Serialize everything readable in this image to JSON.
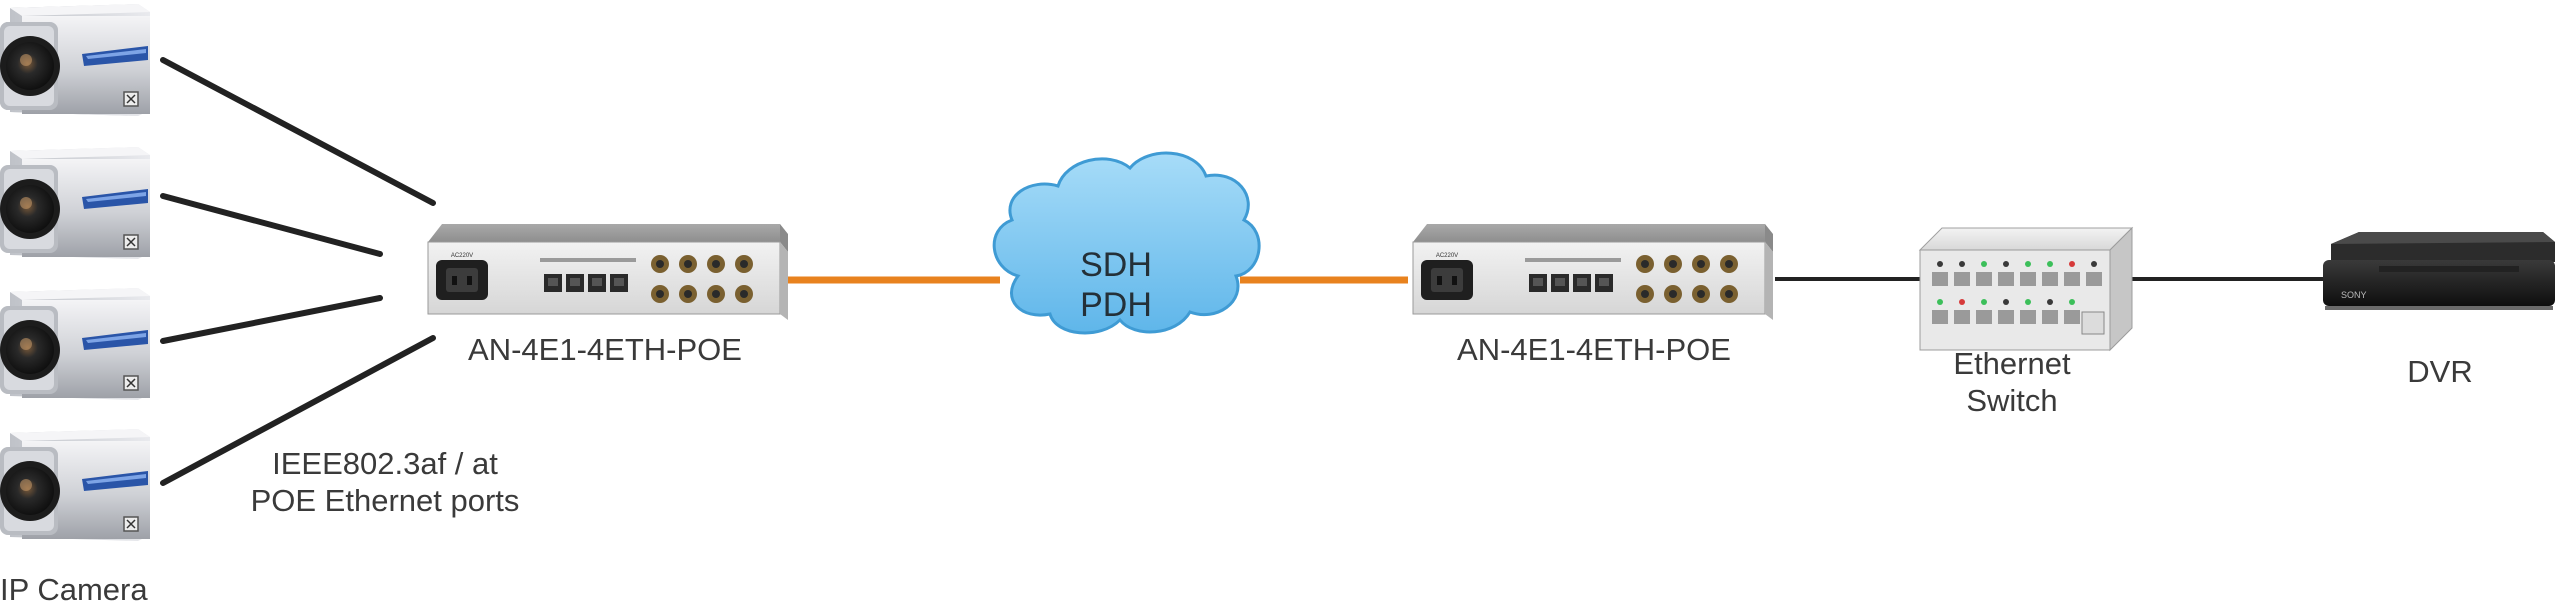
{
  "diagram": {
    "cameras": {
      "label": "IP Camera",
      "icon": "ip-camera-icon",
      "count": 4
    },
    "poe_note": {
      "line1": "IEEE802.3af / at",
      "line2": "POE Ethernet ports"
    },
    "converter_left": {
      "label": "AN-4E1-4ETH-POE",
      "power_label": "AC220V",
      "icon": "multiplexer-icon"
    },
    "cloud": {
      "line1": "SDH",
      "line2": "PDH",
      "icon": "network-cloud-icon"
    },
    "converter_right": {
      "label": "AN-4E1-4ETH-POE",
      "power_label": "AC220V",
      "icon": "multiplexer-icon"
    },
    "switch": {
      "line1": "Ethernet",
      "line2": "Switch",
      "icon": "ethernet-switch-icon"
    },
    "dvr": {
      "label": "DVR",
      "brand": "SONY",
      "icon": "dvr-icon"
    },
    "colors": {
      "e1_link": "#e8821e",
      "ethernet_link": "#222222",
      "cloud_fill": "#7fc8f2",
      "cloud_stroke": "#4aa6dc",
      "label_text": "#3a3a3a"
    }
  }
}
